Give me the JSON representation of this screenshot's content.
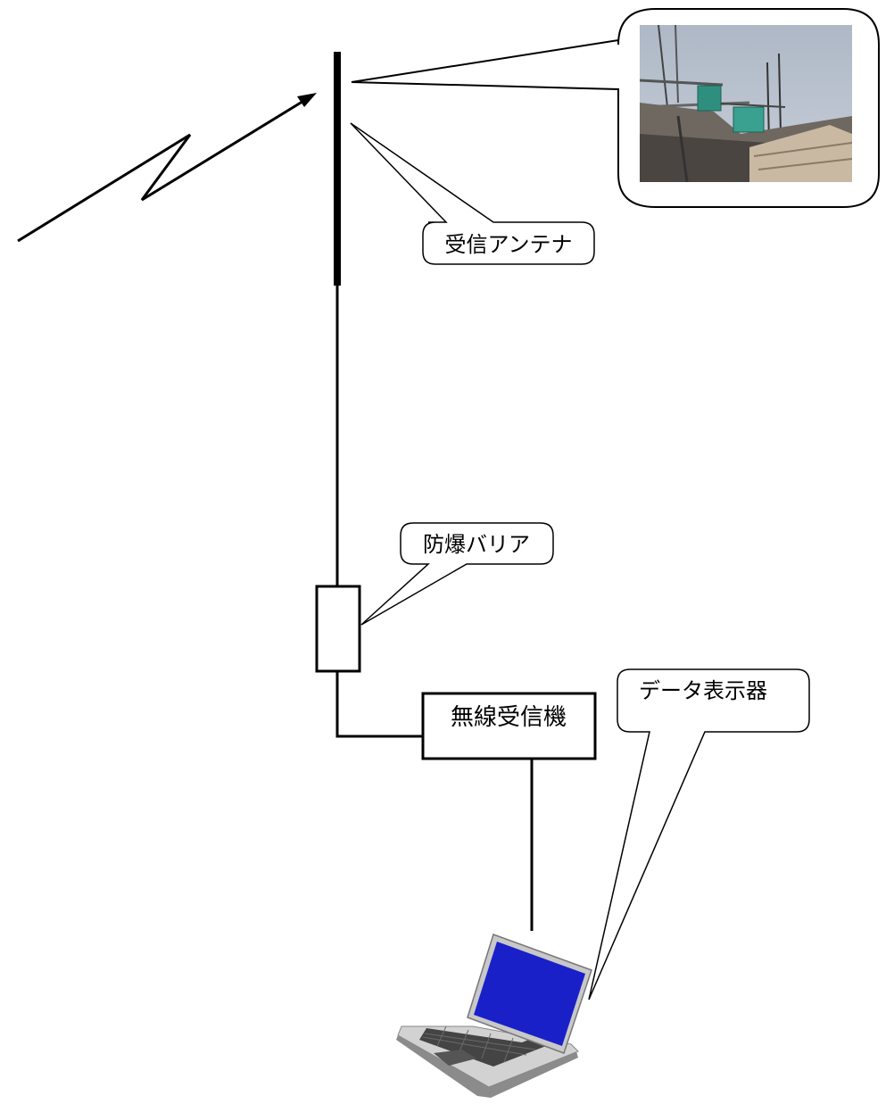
{
  "labels": {
    "antenna": "受信アンテナ",
    "barrier": "防爆バリア",
    "receiver": "無線受信機",
    "display": "データ表示器"
  },
  "icons": {
    "signal": "lightning-arrow-icon",
    "photo": "rooftop-antenna-photo",
    "laptop": "laptop-icon"
  },
  "colors": {
    "line": "#000000",
    "screen": "#1a20c8",
    "sky": "#b9c3cf",
    "equipment": "#2f8f7f"
  }
}
